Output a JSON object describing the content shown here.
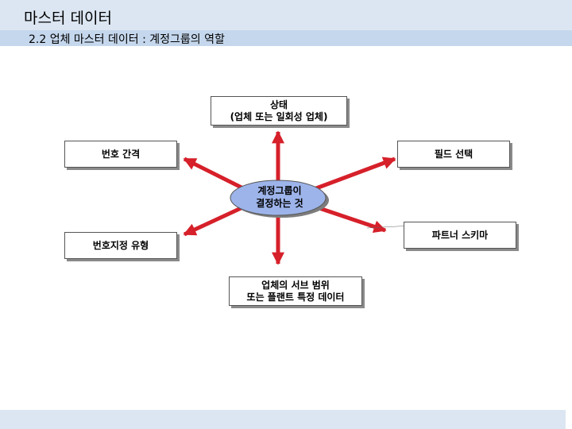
{
  "header": {
    "title": "마스터 데이터",
    "subtitle": "2.2 업체 마스터 데이터 : 계정그룹의 역할"
  },
  "diagram": {
    "center": {
      "line1": "계정그룹이",
      "line2": "결정하는 것"
    },
    "nodes": {
      "status": {
        "line1": "상태",
        "line2": "(업체 또는 일회성 업체)"
      },
      "number_range": {
        "line1": "번호 간격"
      },
      "field_selection": {
        "line1": "필드 선택"
      },
      "number_assignment": {
        "line1": "번호지정 유형"
      },
      "partner_schema": {
        "line1": "파트너 스키마"
      },
      "sub_range": {
        "line1": "업체의 서브 범위",
        "line2": "또는 플랜트 특정 데이터"
      }
    }
  },
  "colors": {
    "arrow": "#d6202a",
    "ellipse_fill": "#9db4ea",
    "header_bg": "#dce6f2",
    "subheader_bg": "#c5d7ec"
  }
}
